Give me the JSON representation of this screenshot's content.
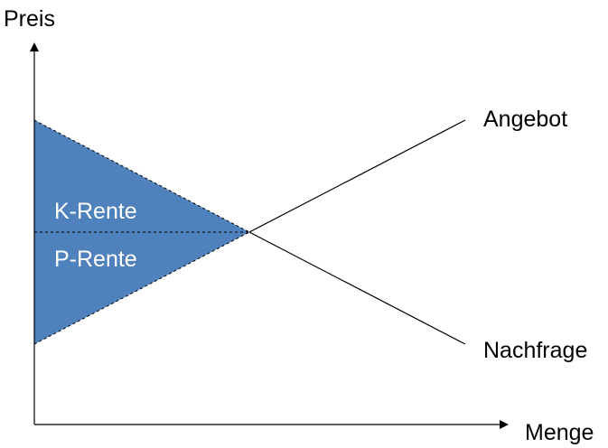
{
  "axes": {
    "y_label": "Preis",
    "x_label": "Menge"
  },
  "curves": {
    "supply_label": "Angebot",
    "demand_label": "Nachfrage"
  },
  "areas": {
    "consumer_surplus_label": "K-Rente",
    "producer_surplus_label": "P-Rente"
  },
  "colors": {
    "surplus_fill": "#4f81bd",
    "lines": "#000000",
    "area_text": "#ffffff"
  }
}
